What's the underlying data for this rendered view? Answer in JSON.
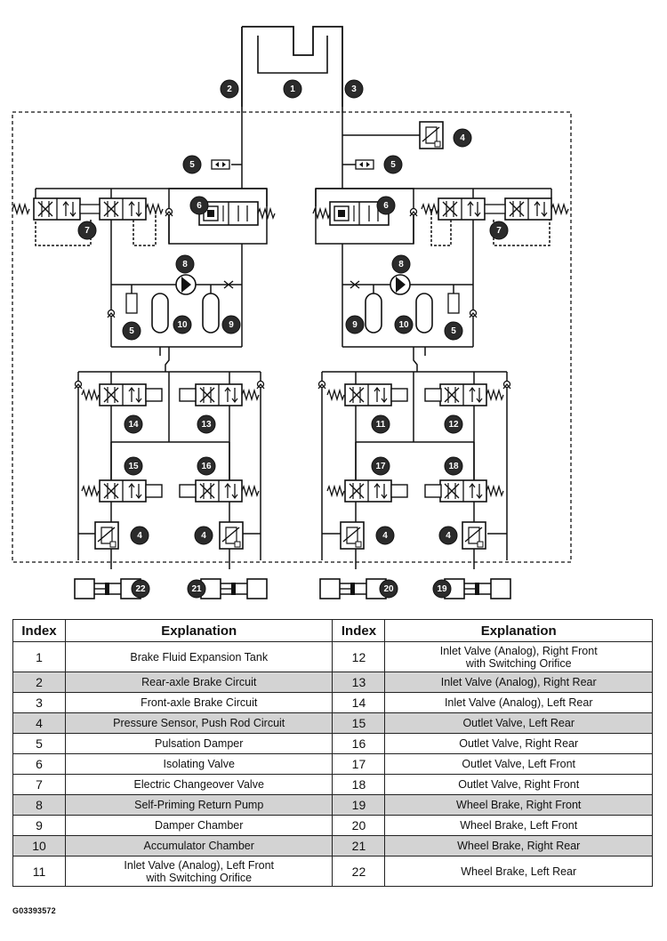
{
  "table": {
    "headers": {
      "index": "Index",
      "explanation": "Explanation"
    },
    "left_rows": [
      {
        "index": "1",
        "lines": [
          "Brake Fluid Expansion Tank"
        ]
      },
      {
        "index": "2",
        "lines": [
          "Rear-axle Brake Circuit"
        ]
      },
      {
        "index": "3",
        "lines": [
          "Front-axle Brake Circuit"
        ]
      },
      {
        "index": "4",
        "lines": [
          "Pressure Sensor, Push Rod Circuit"
        ]
      },
      {
        "index": "5",
        "lines": [
          "Pulsation Damper"
        ]
      },
      {
        "index": "6",
        "lines": [
          "Isolating Valve"
        ]
      },
      {
        "index": "7",
        "lines": [
          "Electric Changeover Valve"
        ]
      },
      {
        "index": "8",
        "lines": [
          "Self-Priming Return Pump"
        ]
      },
      {
        "index": "9",
        "lines": [
          "Damper Chamber"
        ]
      },
      {
        "index": "10",
        "lines": [
          "Accumulator Chamber"
        ]
      },
      {
        "index": "11",
        "lines": [
          "Inlet Valve (Analog), Left Front",
          "with Switching Orifice"
        ]
      }
    ],
    "right_rows": [
      {
        "index": "12",
        "lines": [
          "Inlet Valve (Analog), Right Front",
          "with Switching Orifice"
        ]
      },
      {
        "index": "13",
        "lines": [
          "Inlet Valve (Analog), Right Rear"
        ]
      },
      {
        "index": "14",
        "lines": [
          "Inlet Valve (Analog), Left Rear"
        ]
      },
      {
        "index": "15",
        "lines": [
          "Outlet Valve, Left Rear"
        ]
      },
      {
        "index": "16",
        "lines": [
          "Outlet Valve, Right Rear"
        ]
      },
      {
        "index": "17",
        "lines": [
          "Outlet Valve, Left Front"
        ]
      },
      {
        "index": "18",
        "lines": [
          "Outlet Valve, Right Front"
        ]
      },
      {
        "index": "19",
        "lines": [
          "Wheel Brake, Right Front"
        ]
      },
      {
        "index": "20",
        "lines": [
          "Wheel Brake, Left Front"
        ]
      },
      {
        "index": "21",
        "lines": [
          "Wheel Brake, Right Rear"
        ]
      },
      {
        "index": "22",
        "lines": [
          "Wheel Brake, Left Rear"
        ]
      }
    ]
  },
  "figure_id": "G03393572"
}
